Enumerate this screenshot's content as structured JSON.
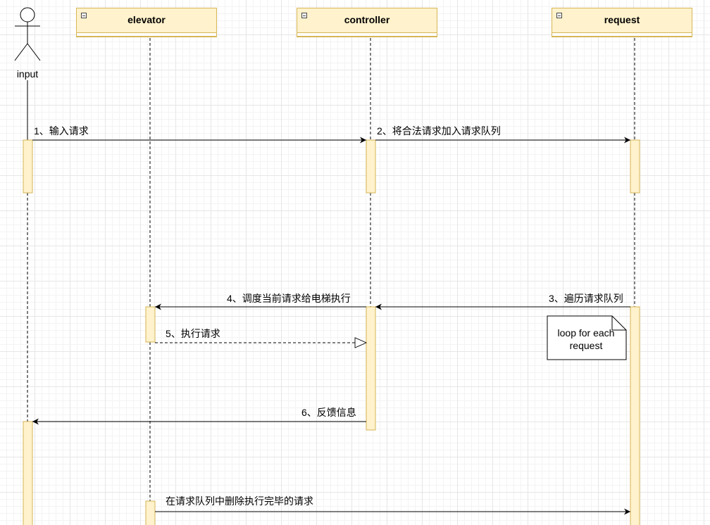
{
  "actor": {
    "label": "input"
  },
  "participants": [
    {
      "title": "elevator"
    },
    {
      "title": "controller"
    },
    {
      "title": "request"
    }
  ],
  "messages": [
    {
      "text": "1、输入请求"
    },
    {
      "text": "2、将合法请求加入请求队列"
    },
    {
      "text": "3、遍历请求队列"
    },
    {
      "text": "4、调度当前请求给电梯执行"
    },
    {
      "text": "5、执行请求"
    },
    {
      "text": "6、反馈信息"
    },
    {
      "text": "在请求队列中删除执行完毕的请求"
    }
  ],
  "note": {
    "line1": "loop for each",
    "line2": "request"
  },
  "colors": {
    "participant_fill": "#fff2cc",
    "participant_stroke": "#d6b656",
    "line": "#000000",
    "grid": "#e6e6e6"
  }
}
